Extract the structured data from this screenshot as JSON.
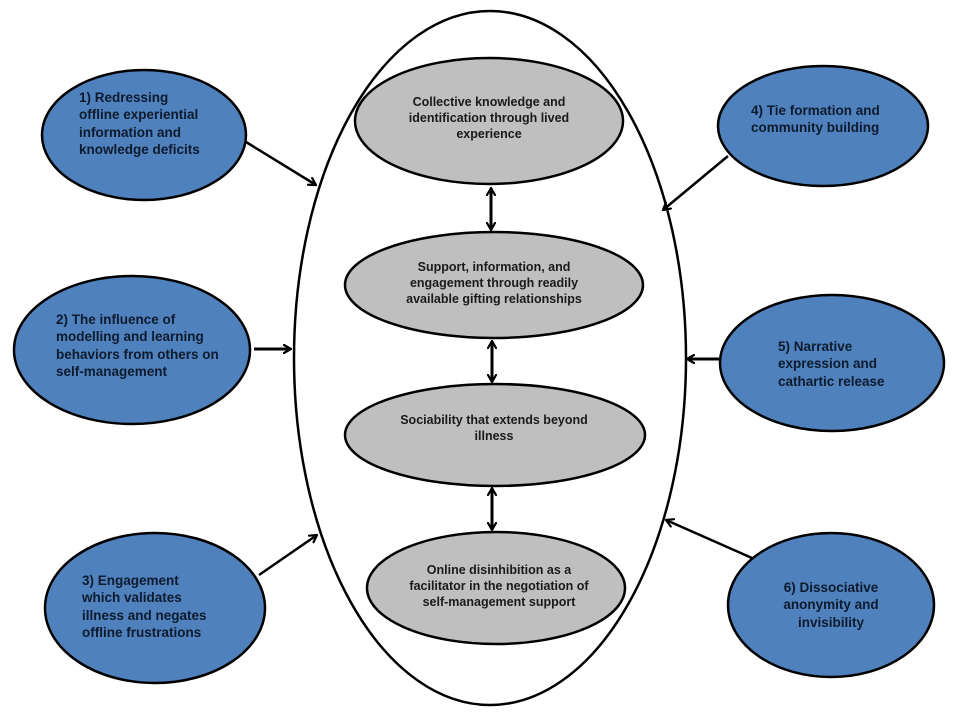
{
  "colors": {
    "outer_fill": "#4F81BD",
    "inner_fill": "#BFBFBF",
    "stroke": "#000000",
    "background": "#FFFFFF"
  },
  "container": {
    "name": "central-container-ellipse"
  },
  "inner_nodes": [
    {
      "id": "collective-knowledge",
      "label": "Collective knowledge and identification through lived experience",
      "lines": [
        "Collective knowledge and",
        "identification through lived",
        "experience"
      ]
    },
    {
      "id": "support-information",
      "label": "Support, information, and engagement through readily available gifting relationships",
      "lines": [
        "Support, information, and",
        "engagement through readily",
        "available gifting relationships"
      ]
    },
    {
      "id": "sociability",
      "label": "Sociability that extends beyond illness",
      "lines": [
        "Sociability that  extends beyond",
        "illness"
      ]
    },
    {
      "id": "online-disinhibition",
      "label": "Online disinhibition as a facilitator in the negotiation of self-management support",
      "lines": [
        "Online disinhibition as a",
        "facilitator in the negotiation of",
        "self-management support"
      ]
    }
  ],
  "outer_nodes": [
    {
      "id": "redressing",
      "number": "1",
      "lines": [
        "1) Redressing",
        "offline experiential",
        "information and",
        "knowledge deficits"
      ]
    },
    {
      "id": "modelling",
      "number": "2",
      "lines": [
        "2) The influence of",
        "modelling and learning",
        "behaviors from others on",
        "self-management"
      ]
    },
    {
      "id": "engagement",
      "number": "3",
      "lines": [
        "3) Engagement",
        "which validates",
        "illness and negates",
        "offline frustrations"
      ]
    },
    {
      "id": "tie-formation",
      "number": "4",
      "lines": [
        "4) Tie formation and",
        "community building"
      ]
    },
    {
      "id": "narrative",
      "number": "5",
      "lines": [
        "5) Narrative",
        "expression and",
        "cathartic release"
      ]
    },
    {
      "id": "dissociative",
      "number": "6",
      "lines": [
        "6) Dissociative",
        "anonymity and",
        "invisibility"
      ]
    }
  ],
  "edges": [
    {
      "from": "redressing",
      "to": "container",
      "type": "arrow"
    },
    {
      "from": "modelling",
      "to": "container",
      "type": "arrow"
    },
    {
      "from": "engagement",
      "to": "container",
      "type": "arrow"
    },
    {
      "from": "tie-formation",
      "to": "container",
      "type": "arrow"
    },
    {
      "from": "narrative",
      "to": "container",
      "type": "arrow"
    },
    {
      "from": "dissociative",
      "to": "container",
      "type": "arrow"
    },
    {
      "from": "collective-knowledge",
      "to": "support-information",
      "type": "double-arrow"
    },
    {
      "from": "support-information",
      "to": "sociability",
      "type": "double-arrow"
    },
    {
      "from": "sociability",
      "to": "online-disinhibition",
      "type": "double-arrow"
    }
  ]
}
